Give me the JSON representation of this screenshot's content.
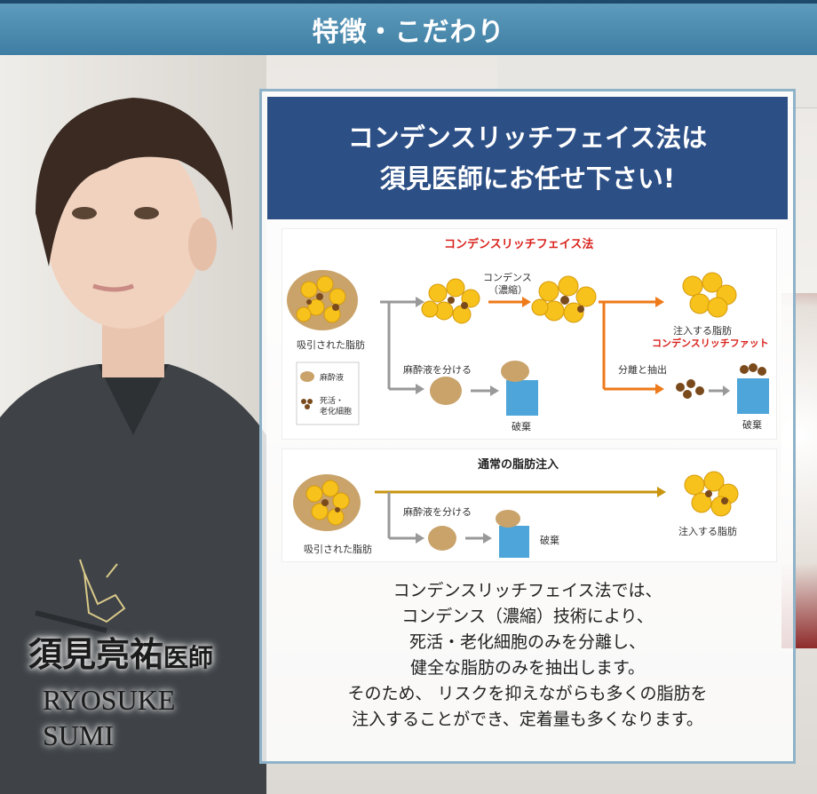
{
  "header": {
    "title": "特徴・こだわり"
  },
  "doctor": {
    "name_jp": "須見亮祐",
    "name_title": "医師",
    "name_en_line1": "RYOSUKE",
    "name_en_line2": "SUMI"
  },
  "panel": {
    "heading_line1": "コンデンスリッチフェイス法は",
    "heading_line2": "須見医師にお任せ下さい!"
  },
  "diagram_condense": {
    "title": "コンデンスリッチフェイス法",
    "label_sucked_fat": "吸引された脂肪",
    "label_condense": "コンデンス",
    "label_concentrate": "（濃縮）",
    "label_inject_fat": "注入する脂肪",
    "label_condense_fat": "コンデンスリッチファット",
    "label_separate_anesthesia": "麻酔液を分ける",
    "label_separate_extract": "分離と抽出",
    "label_discard1": "破棄",
    "label_discard2": "破棄",
    "legend_anesthesia": "麻酔液",
    "legend_dead_line1": "死活・",
    "legend_dead_line2": "老化細胞",
    "colors": {
      "title": "#d9231d",
      "fat": "#f7c21b",
      "arrow_orange": "#ee7a1a",
      "arrow_gray": "#999999",
      "bin": "#4ea5d9",
      "anesthesia": "#c9a36a",
      "dead_cell": "#7a4a1c"
    }
  },
  "diagram_normal": {
    "title": "通常の脂肪注入",
    "label_sucked_fat": "吸引された脂肪",
    "label_separate_anesthesia": "麻酔液を分ける",
    "label_discard": "破棄",
    "label_inject_fat": "注入する脂肪"
  },
  "description": {
    "line1": "コンデンスリッチフェイス法では、",
    "line2": "コンデンス（濃縮）技術により、",
    "line3": "死活・老化細胞のみを分離し、",
    "line4": "健全な脂肪のみを抽出します。",
    "line5": "そのため、 リスクを抑えながらも多くの脂肪を",
    "line6": "注入することができ、定着量も多くなります。"
  }
}
